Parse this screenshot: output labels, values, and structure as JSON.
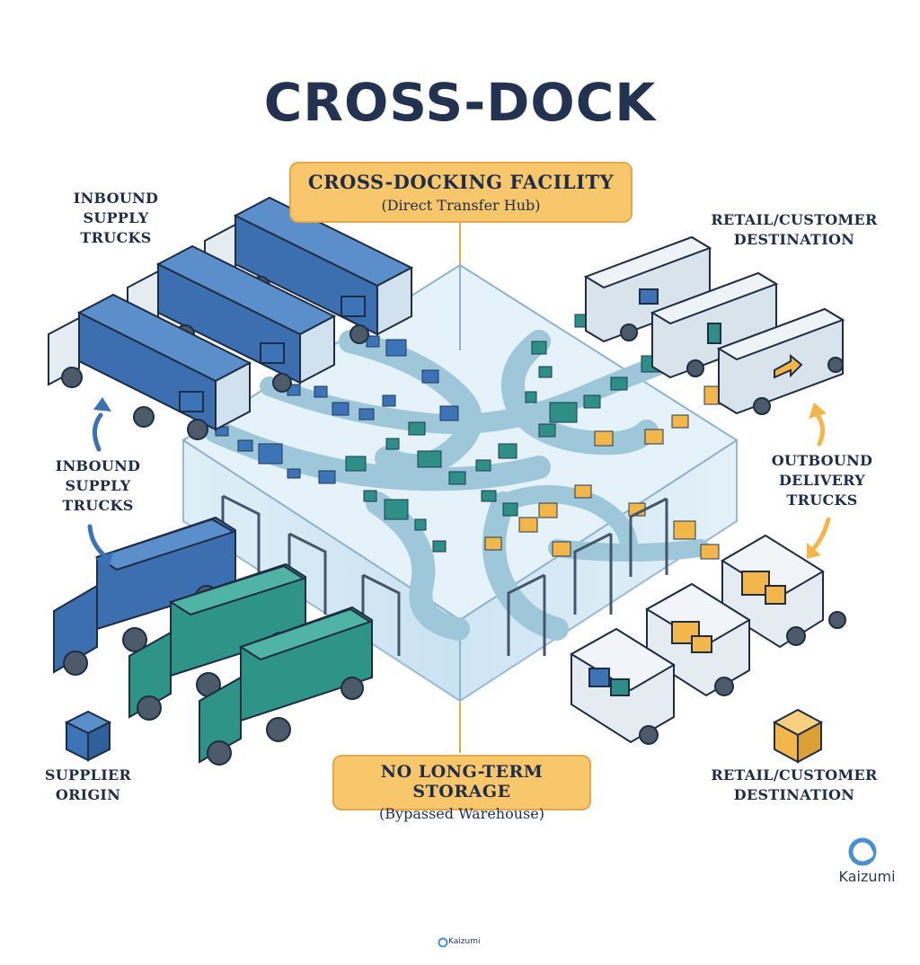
{
  "title": "CROSS-DOCK",
  "facility": {
    "main": "CROSS-DOCKING FACILITY",
    "sub": "(Direct Transfer Hub)"
  },
  "storage": {
    "main": "NO LONG-TERM STORAGE",
    "sub": "(Bypassed Warehouse)"
  },
  "labels": {
    "inbound_top": [
      "INBOUND",
      "SUPPLY",
      "TRUCKS"
    ],
    "inbound_mid": [
      "INBOUND",
      "SUPPLY",
      "TRUCKS"
    ],
    "retail_top": [
      "RETAIL/CUSTOMER",
      "DESTINATION"
    ],
    "outbound": [
      "OUTBOUND",
      "DELIVERY",
      "TRUCKS"
    ],
    "supplier": [
      "SUPPLIER",
      "ORIGIN"
    ],
    "retail_bottom": [
      "RETAIL/CUSTOMER",
      "DESTINATION"
    ]
  },
  "brand": {
    "name": "Kaizumi",
    "mini": "Kaizumi"
  },
  "colors": {
    "navy": "#233250",
    "callout": "#f8c76b",
    "blue_truck": "#3b6fb0",
    "teal_truck": "#2f9488",
    "glass": "#cfe6f3",
    "box_orange": "#f2b64a",
    "box_teal": "#2e8f87",
    "box_blue": "#3d74b8",
    "arrow": "#3a72b5",
    "arrow_orange": "#f2b64a"
  }
}
